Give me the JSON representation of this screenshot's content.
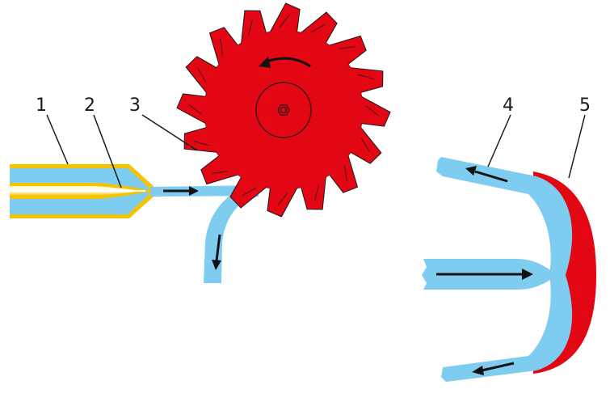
{
  "callouts": {
    "one": "1",
    "two": "2",
    "three": "3",
    "four": "4",
    "five": "5"
  },
  "colors": {
    "water": "#7ecdf0",
    "wheel": "#e30613",
    "nozzle": "#f5c400",
    "needle_highlight": "#fff7c2",
    "outline": "#1a1a1a",
    "arrow": "#111111"
  },
  "icons": {
    "flow_arrow": "arrow-icon",
    "rotation_arrow": "curved-arrow-icon"
  }
}
